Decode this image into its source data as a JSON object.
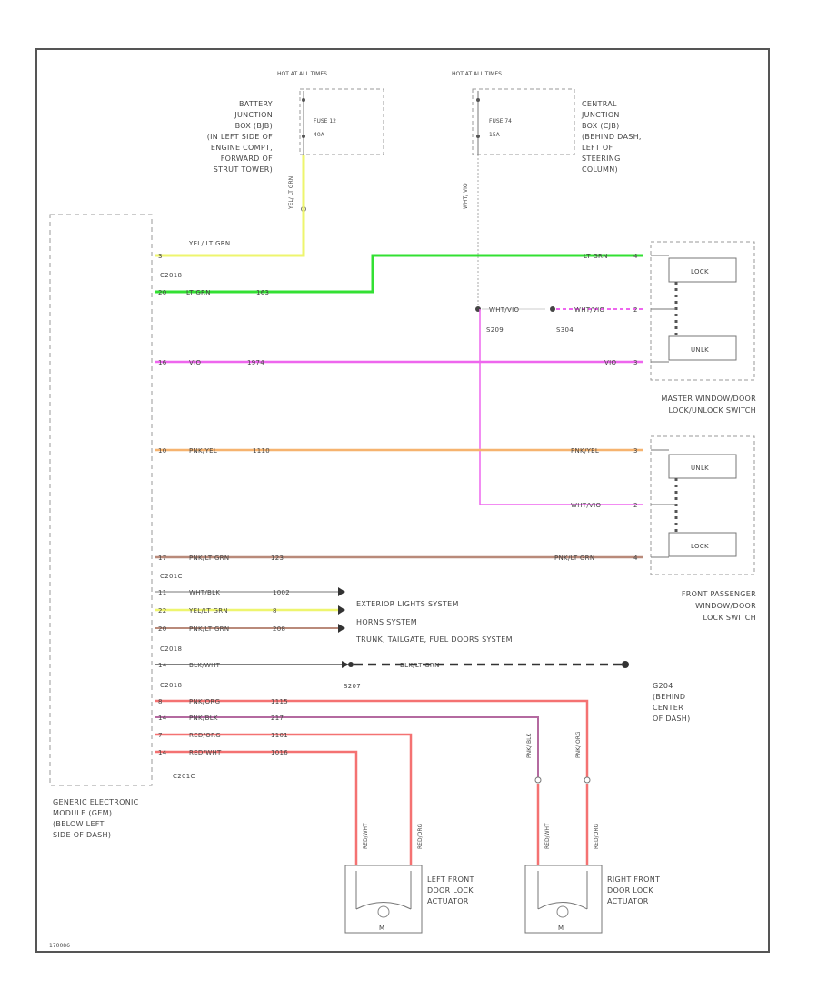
{
  "fuses": {
    "left": {
      "hot": "HOT AT ALL TIMES",
      "fuse": "FUSE 12",
      "amps": "40A"
    },
    "right": {
      "hot": "HOT AT ALL TIMES",
      "fuse": "FUSE 74",
      "amps": "15A"
    }
  },
  "blocks": {
    "bjb": [
      "BATTERY",
      "JUNCTION",
      "BOX (BJB)",
      "(IN LEFT SIDE OF",
      "ENGINE COMPT,",
      "FORWARD OF",
      "STRUT TOWER)"
    ],
    "cjb": [
      "CENTRAL",
      "JUNCTION",
      "BOX (CJB)",
      "(BEHIND DASH,",
      "LEFT OF",
      "STEERING",
      "COLUMN)"
    ],
    "gem": [
      "GENERIC ELECTRONIC",
      "MODULE (GEM)",
      "(BELOW LEFT",
      "SIDE OF DASH)"
    ],
    "master": [
      "MASTER WINDOW/DOOR",
      "LOCK/UNLOCK SWITCH"
    ],
    "pass": [
      "FRONT PASSENGER",
      "WINDOW/DOOR",
      "LOCK SWITCH"
    ],
    "g204": [
      "G204",
      "(BEHIND",
      "CENTER",
      "OF DASH)"
    ],
    "lf": [
      "LEFT FRONT",
      "DOOR LOCK",
      "ACTUATOR"
    ],
    "rf": [
      "RIGHT FRONT",
      "DOOR LOCK",
      "ACTUATOR"
    ]
  },
  "wires": {
    "fuse_feed": "YEL/ LT GRN",
    "cjb_feed": "WHT/ VIO",
    "w1": {
      "pin": "3",
      "color": "YEL/ LT GRN",
      "circuit": ""
    },
    "c2": "C2018",
    "w2": {
      "pin": "20",
      "color": "LT GRN",
      "circuit": "163",
      "end": "LT GRN",
      "endpin": "4"
    },
    "w3": {
      "splice": "WHT/VIO",
      "s_label": "S209",
      "s2_label": "S304",
      "end": "WHT/VIO",
      "endpin": "2"
    },
    "w4": {
      "pin": "16",
      "color": "VIO",
      "circuit": "1974",
      "end": "VIO",
      "endpin": "3"
    },
    "w5": {
      "pin": "10",
      "color": "PNK/YEL",
      "circuit": "1110",
      "end": "PNK/YEL",
      "endpin": "3"
    },
    "w6": {
      "end": "WHT/VIO",
      "endpin": "2"
    },
    "w7": {
      "pin": "17",
      "color": "PNK/LT GRN",
      "circuit": "123",
      "end": "PNK/LT GRN",
      "endpin": "4"
    },
    "c3": "C201C",
    "w8": {
      "pin": "11",
      "color": "WHT/BLK",
      "circuit": "1002",
      "dest": "EXTERIOR LIGHTS SYSTEM"
    },
    "w9": {
      "pin": "22",
      "color": "YEL/LT GRN",
      "circuit": "8",
      "dest": "HORNS SYSTEM"
    },
    "w10": {
      "pin": "20",
      "color": "PNK/LT GRN",
      "circuit": "208",
      "dest": "TRUNK, TAILGATE, FUEL DOORS SYSTEM"
    },
    "c4": "C2018",
    "w11": {
      "pin": "14",
      "color": "BLK/WHT",
      "ground": "BLK/LT GRN",
      "s_label": "S207"
    },
    "c5": "C2018",
    "w12": {
      "pin": "8",
      "color": "PNK/ORG",
      "circuit": "1115"
    },
    "w13": {
      "pin": "14",
      "color": "PNK/BLK",
      "circuit": "217"
    },
    "w14": {
      "pin": "7",
      "color": "RED/ORG",
      "circuit": "1101"
    },
    "w15": {
      "pin": "14",
      "color": "RED/WHT",
      "circuit": "1016"
    },
    "c6": "C201C",
    "act_l1": "RED/WHT",
    "act_l2": "RED/ORG",
    "act_r_top1": "PNK/ BLK",
    "act_r_top2": "PNK/ ORG",
    "act_r1": "RED/WHT",
    "act_r2": "RED/ORG",
    "switch_lock": "LOCK",
    "switch_unlock": "UNLK",
    "m": "M"
  },
  "footer": {
    "code": "170086"
  },
  "colors": {
    "yellow": "#eef56e",
    "green": "#33e033",
    "violet": "#ee66ee",
    "orange": "#f6b36f",
    "brown": "#b98a7a",
    "red": "#f47272",
    "pinkblk": "#b46aa0"
  }
}
